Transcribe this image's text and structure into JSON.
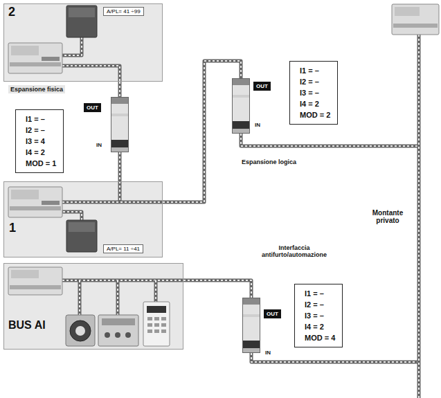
{
  "diagram": {
    "nodes": [
      {
        "text": [
          "2"
        ]
      },
      {
        "text": [
          "A/PL= 41 ÷99"
        ],
        "in": 0
      },
      {
        "text": [
          "OUT",
          "IN"
        ]
      },
      {
        "text": [
          "I1 = –",
          "I2 = –",
          "I3 = 4",
          "I4 = 2",
          "MOD = 1"
        ]
      },
      {
        "text": [
          "OUT",
          "IN"
        ]
      },
      {
        "text": [
          "I1 = –",
          "I2 = –",
          "I3 = –",
          "I4 = 2",
          "MOD = 2"
        ]
      },
      {
        "text": [
          "1"
        ]
      },
      {
        "text": [
          "A/PL= 11 ÷41"
        ],
        "in": 6
      },
      {
        "text": [
          "BUS AI"
        ]
      },
      {
        "text": [
          "OUT",
          "IN"
        ]
      },
      {
        "text": [
          "I1 = –",
          "I2 = –",
          "I3 = –",
          "I4 = 2",
          "MOD = 4"
        ]
      }
    ],
    "edges": [
      {
        "from": 0,
        "to": 2,
        "arrow": "none"
      },
      {
        "from": 2,
        "to": 6,
        "arrow": "none"
      },
      {
        "from": 6,
        "to": 4,
        "arrow": "none"
      },
      {
        "from": 8,
        "to": 9,
        "arrow": "none"
      }
    ],
    "labels": [
      "Espansione fisica",
      "Espansione logica",
      "Montante privato",
      "Interfaccia antifurto/automazione"
    ]
  }
}
